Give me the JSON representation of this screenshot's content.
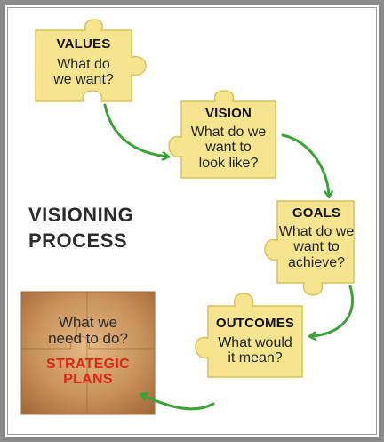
{
  "process_title": {
    "line1": "VISIONING",
    "line2": "PROCESS"
  },
  "pieces": {
    "values": {
      "title": "VALUES",
      "q1": "What do",
      "q2": "we want?",
      "q3": ""
    },
    "vision": {
      "title": "VISION",
      "q1": "What do we",
      "q2": "want to",
      "q3": "look like?"
    },
    "goals": {
      "title": "GOALS",
      "q1": "What do we",
      "q2": "want to",
      "q3": "achieve?"
    },
    "outcomes": {
      "title": "OUTCOMES",
      "q1": "What would",
      "q2": "it mean?",
      "q3": ""
    }
  },
  "strategic": {
    "q1": "What we",
    "q2": "need to do?",
    "title1": "STRATEGIC",
    "title2": "PLANS"
  },
  "colors": {
    "piece_fill": "#f6e58e",
    "piece_edge": "#d9c25a",
    "arrow": "#3aa335",
    "plan_fill": "#c8935a",
    "plan_title": "#e0241b",
    "frame": "#8a8a8a"
  }
}
